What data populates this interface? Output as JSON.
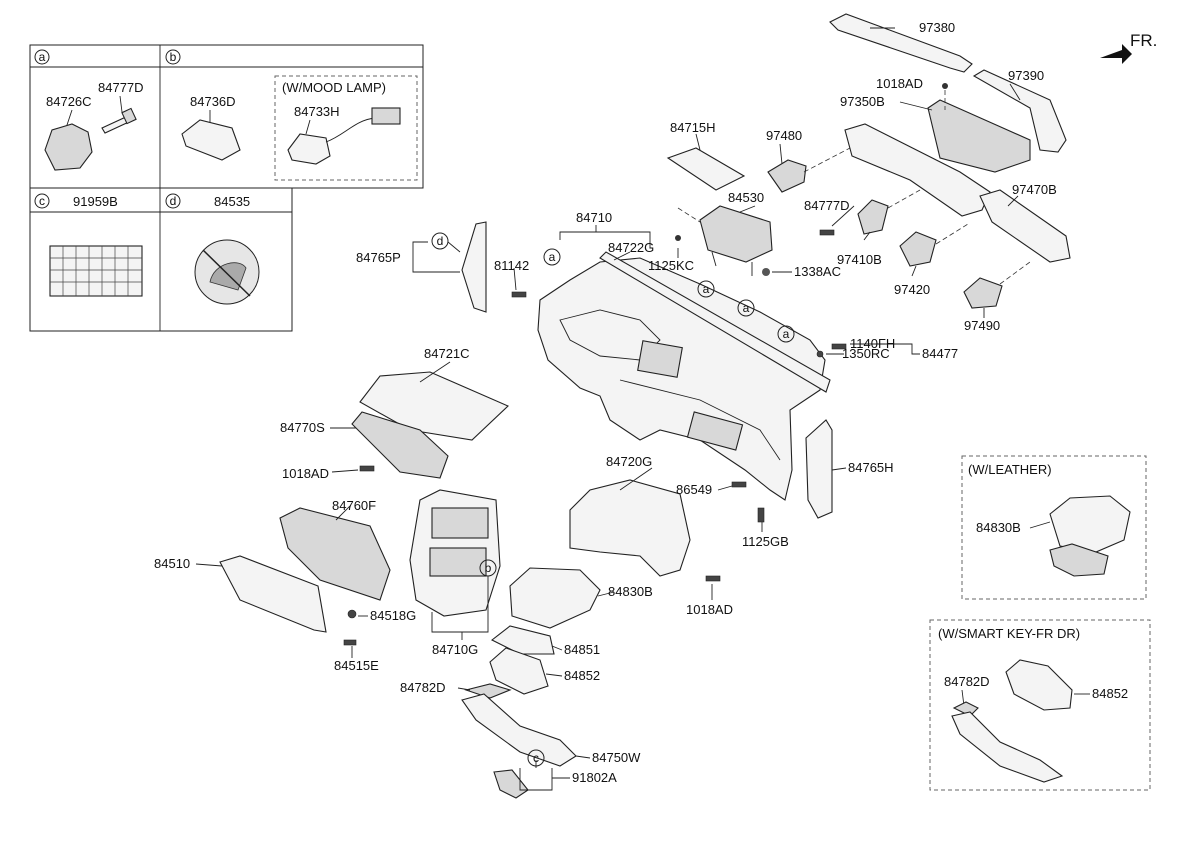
{
  "front_indicator": "FR.",
  "inset_table": {
    "a": {
      "letter": "a",
      "parts": [
        "84777D",
        "84726C"
      ]
    },
    "b": {
      "letter": "b",
      "part": "84736D",
      "mood_title": "(W/MOOD LAMP)",
      "mood_part": "84733H"
    },
    "c": {
      "letter": "c",
      "part": "91959B"
    },
    "d": {
      "letter": "d",
      "part": "84535"
    }
  },
  "labels": {
    "p97380": "97380",
    "p97390": "97390",
    "p1018AD_top": "1018AD",
    "p97350B": "97350B",
    "p84715H": "84715H",
    "p97480": "97480",
    "p84530": "84530",
    "p84777D": "84777D",
    "p97470B": "97470B",
    "p84710": "84710",
    "p84722G": "84722G",
    "p1125KC": "1125KC",
    "p1338AC": "1338AC",
    "p97410B": "97410B",
    "p97420": "97420",
    "p97490": "97490",
    "p84765P": "84765P",
    "p81142": "81142",
    "p1140FH": "1140FH",
    "p1350RC": "1350RC",
    "p84477": "84477",
    "p84721C": "84721C",
    "p84770S": "84770S",
    "p1018AD_left": "1018AD",
    "p84720G": "84720G",
    "p84765H": "84765H",
    "p86549": "86549",
    "p1125GB": "1125GB",
    "p84760F": "84760F",
    "p84510": "84510",
    "p84518G": "84518G",
    "p84515E": "84515E",
    "p84830B": "84830B",
    "p1018AD_bottom": "1018AD",
    "p84710G": "84710G",
    "p84851": "84851",
    "p84852": "84852",
    "p84782D": "84782D",
    "p84750W": "84750W",
    "p91802A": "91802A"
  },
  "callouts": {
    "a": "a",
    "b": "b",
    "c": "c",
    "d": "d"
  },
  "leather_box": {
    "title": "(W/LEATHER)",
    "part": "84830B"
  },
  "smartkey_box": {
    "title": "(W/SMART KEY-FR DR)",
    "part_left": "84782D",
    "part_right": "84852"
  }
}
